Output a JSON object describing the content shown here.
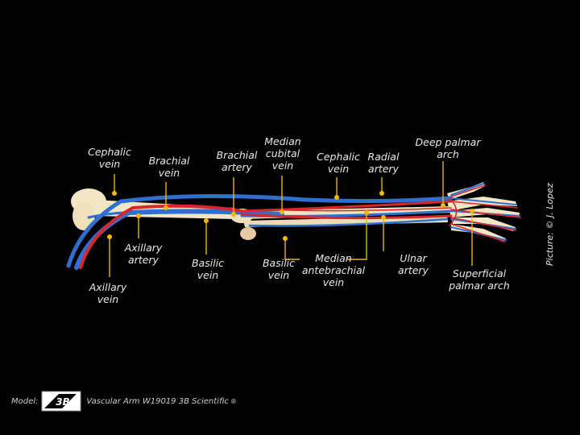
{
  "labels": {
    "cephalic_vein_upper": "Cephalic\nvein",
    "brachial_vein": "Brachial\nvein",
    "brachial_artery": "Brachial\nartery",
    "median_cubital_vein": "Median\ncubital\nvein",
    "cephalic_vein_forearm": "Cephalic\nvein",
    "radial_artery": "Radial\nartery",
    "deep_palmar_arch": "Deep palmar\narch",
    "axillary_artery": "Axillary\nartery",
    "axillary_vein": "Axillary\nvein",
    "basilic_vein_upper": "Basilic\nvein",
    "basilic_vein_forearm": "Basilic\nvein",
    "median_antebrachial_vein": "Median\nantebrachial\nvein",
    "ulnar_artery": "Ulnar\nartery",
    "superficial_palmar_arch": "Superficial\npalmar arch"
  },
  "credit": "Picture: © J. Lopez",
  "footer": {
    "model_label": "Model:",
    "logo_text": "3B",
    "model_name": "Vascular Arm W19019 3B Scientific",
    "registered": "®"
  },
  "colors": {
    "artery": "#d8262a",
    "vein": "#2f6fd1",
    "bone": "#f2e6c4",
    "leader": "#f0b400"
  }
}
